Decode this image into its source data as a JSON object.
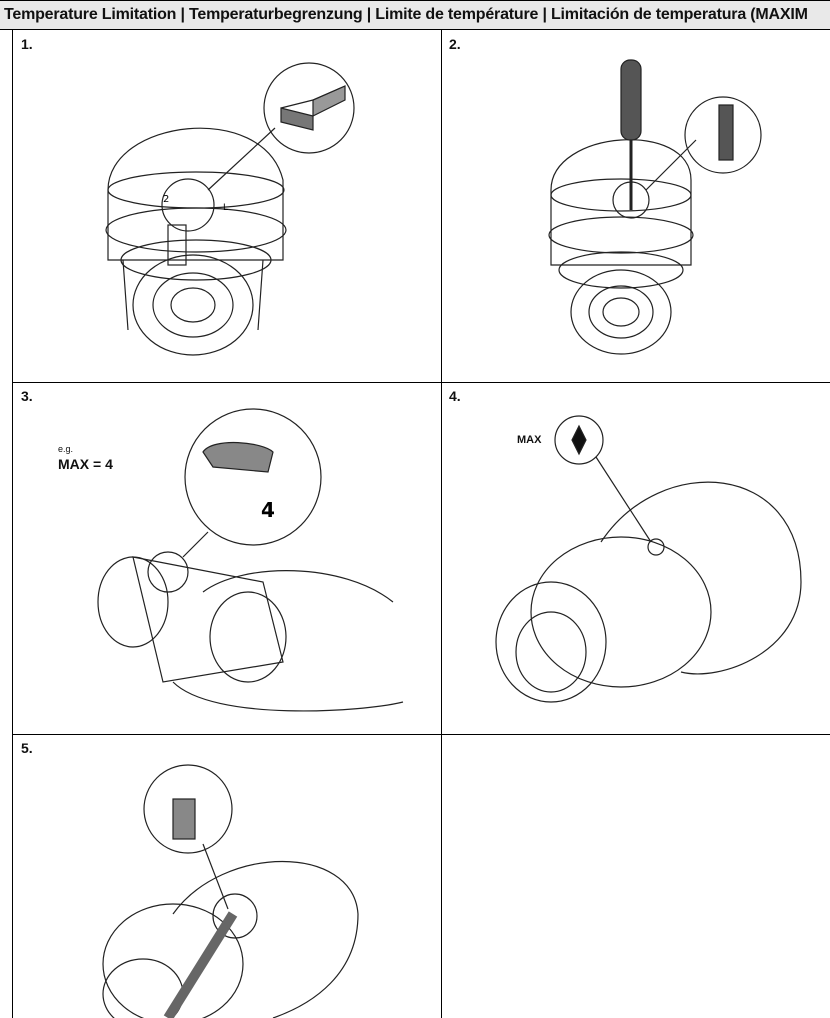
{
  "header": {
    "title": "Temperature Limitation | Temperaturbegrenzung | Limite de température | Limitación de temperatura (MAXIM"
  },
  "steps": [
    {
      "number": "1.",
      "icon": "thermostat-head-limit-clip-illustration"
    },
    {
      "number": "2.",
      "icon": "screwdriver-removing-clip-illustration"
    },
    {
      "number": "3.",
      "icon": "hand-setting-dial-illustration",
      "example_label": "e.g.",
      "example_value": "MAX = 4",
      "dial_label": "4"
    },
    {
      "number": "4.",
      "icon": "max-position-illustration",
      "max_label": "MAX"
    },
    {
      "number": "5.",
      "icon": "screwdriver-inserting-clip-illustration"
    }
  ]
}
